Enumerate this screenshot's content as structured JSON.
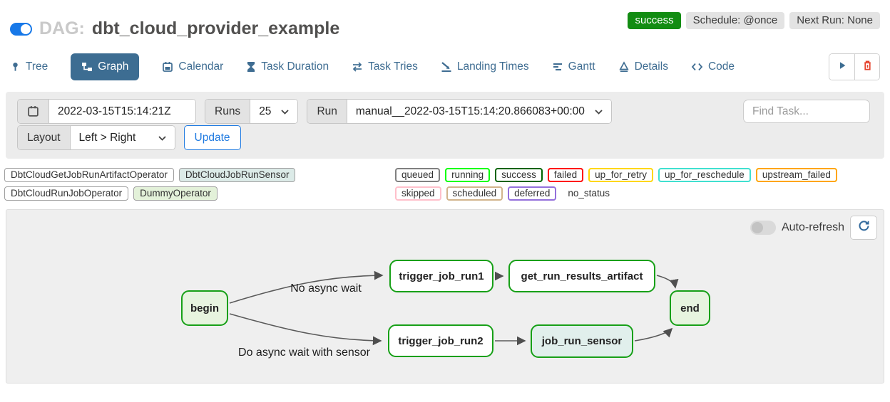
{
  "colors": {
    "accent_blue": "#1f7ae0",
    "tab_blue": "#3f6d92",
    "active_tab_bg": "#3d6d92",
    "success_green": "#128c12",
    "node_border_green": "#17a017",
    "node_fill_green": "#e7f4df",
    "node_fill_teal": "#e1efec",
    "trash_red": "#e5402a"
  },
  "header": {
    "dag_toggle_state": "on",
    "dag_prefix": "DAG:",
    "dag_name": "dbt_cloud_provider_example",
    "status_badge": "success",
    "schedule_badge": "Schedule: @once",
    "next_run_badge": "Next Run: None"
  },
  "tabs": {
    "items": [
      {
        "label": "Tree",
        "active": false
      },
      {
        "label": "Graph",
        "active": true
      },
      {
        "label": "Calendar",
        "active": false
      },
      {
        "label": "Task Duration",
        "active": false
      },
      {
        "label": "Task Tries",
        "active": false
      },
      {
        "label": "Landing Times",
        "active": false
      },
      {
        "label": "Gantt",
        "active": false
      },
      {
        "label": "Details",
        "active": false
      },
      {
        "label": "Code",
        "active": false
      }
    ]
  },
  "filter_bar": {
    "base_date_value": "2022-03-15T15:14:21Z",
    "runs_label": "Runs",
    "runs_value": "25",
    "run_label": "Run",
    "run_value": "manual__2022-03-15T15:14:20.866083+00:00",
    "layout_label": "Layout",
    "layout_value": "Left > Right",
    "update_label": "Update",
    "find_task_placeholder": "Find Task..."
  },
  "legend": {
    "operators": [
      {
        "label": "DbtCloudGetJobRunArtifactOperator",
        "style": "background:#ffffff"
      },
      {
        "label": "DbtCloudJobRunSensor",
        "style": "background:#dcebe8"
      },
      {
        "label": "DbtCloudRunJobOperator",
        "style": "background:#ffffff"
      },
      {
        "label": "DummyOperator",
        "style": "background:#e3f1d9"
      }
    ],
    "statuses": [
      {
        "label": "queued",
        "style": "border-color:#808080"
      },
      {
        "label": "running",
        "style": "border-color:#00ff00"
      },
      {
        "label": "success",
        "style": "border-color:#006400"
      },
      {
        "label": "failed",
        "style": "border-color:#ff0000"
      },
      {
        "label": "up_for_retry",
        "style": "border-color:#ffd700"
      },
      {
        "label": "up_for_reschedule",
        "style": "border-color:#40e0d0"
      },
      {
        "label": "upstream_failed",
        "style": "border-color:#ffa500"
      },
      {
        "label": "skipped",
        "style": "border-color:#ffc0cb"
      },
      {
        "label": "scheduled",
        "style": "border-color:#d2b48c"
      },
      {
        "label": "deferred",
        "style": "border-color:#9370db"
      },
      {
        "label": "no_status",
        "style": "border-color:transparent"
      }
    ]
  },
  "graph": {
    "auto_refresh_label": "Auto-refresh",
    "auto_refresh_state": "off",
    "edge_labels": [
      {
        "text": "No async wait"
      },
      {
        "text": "Do async wait with sensor"
      }
    ],
    "nodes": [
      {
        "id": "begin",
        "label": "begin",
        "state": "success"
      },
      {
        "id": "trigger_job_run1",
        "label": "trigger_job_run1",
        "state": "success"
      },
      {
        "id": "get_run_results_artifact",
        "label": "get_run_results_artifact",
        "state": "success"
      },
      {
        "id": "trigger_job_run2",
        "label": "trigger_job_run2",
        "state": "success"
      },
      {
        "id": "job_run_sensor",
        "label": "job_run_sensor",
        "state": "success"
      },
      {
        "id": "end",
        "label": "end",
        "state": "success"
      }
    ]
  }
}
